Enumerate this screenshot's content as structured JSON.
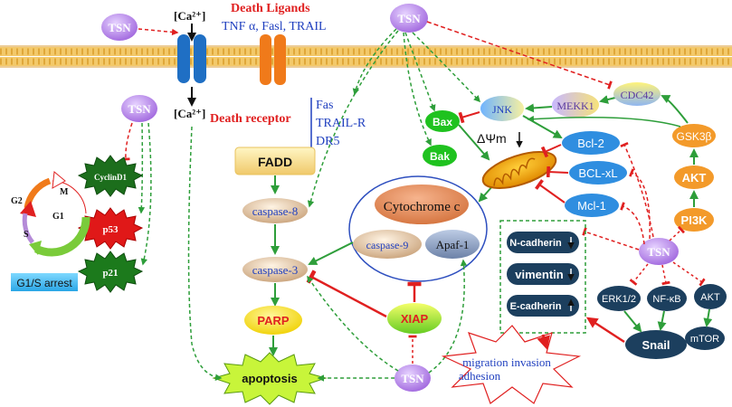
{
  "labels": {
    "tsn": "TSN",
    "ca_top": "[Ca²⁺]",
    "ca_bottom": "[Ca²⁺]",
    "death_ligands": "Death Ligands",
    "ligand_list": "TNF α, Fasl, TRAIL",
    "death_receptor": "Death receptor",
    "receptors": [
      "Fas",
      "TRAIL-R",
      "DR5"
    ],
    "cyclin": "CyclinD1",
    "p53": "p53",
    "p21": "p21",
    "cell_cycle_m": "M",
    "cell_cycle_g2": "G2",
    "cell_cycle_g1": "G1",
    "cell_cycle_s": "S",
    "g1s_arrest": "G1/S arrest",
    "fadd": "FADD",
    "caspase8": "caspase-8",
    "caspase3": "caspase-3",
    "parp": "PARP",
    "apoptosis": "apoptosis",
    "cytochrome": "Cytochrome c",
    "caspase9": "caspase-9",
    "apaf1": "Apaf-1",
    "xiap": "XIAP",
    "bax": "Bax",
    "bak": "Bak",
    "jnk": "JNK",
    "mekk1": "MEKK1",
    "cdc42": "CDC42",
    "delta_psi": "ΔΨm",
    "bcl2": "Bcl-2",
    "bclxl": "BCL-xL",
    "mcl1": "Mcl-1",
    "gsk3b": "GSK3β",
    "akt_top": "AKT",
    "pi3k": "PI3K",
    "n_cadherin": "N-cadherin",
    "vimentin": "vimentin",
    "e_cadherin": "E-cadherin",
    "erk": "ERK1/2",
    "nfkb": "NF-κB",
    "akt_bottom": "AKT",
    "mtor": "mTOR",
    "snail": "Snail",
    "migration": "migration invasion",
    "adhesion": "adhesion"
  },
  "colors": {
    "tsn": "#b57be6",
    "green_arrow": "#2e9e3a",
    "red_inhibit": "#e02020",
    "blue_text": "#1f3fbf",
    "dark_navy": "#1c3f5e",
    "bcl_blue": "#2f8ee0",
    "orange_node": "#f39a2a",
    "jnk_blue": "#3a7fd0"
  },
  "icons": [
    "ion-channel-icon",
    "receptor-icon",
    "mitochondrion-icon",
    "cell-cycle-icon",
    "explosion-icon"
  ]
}
